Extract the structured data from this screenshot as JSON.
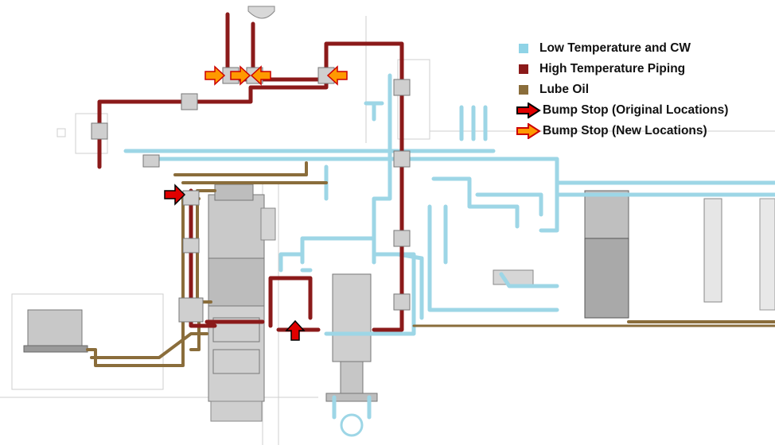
{
  "legend": {
    "items": [
      {
        "label": "Low Temperature and CW",
        "color": "#8fd3e6",
        "kind": "swatch"
      },
      {
        "label": "High Temperature Piping",
        "color": "#8b1a1a",
        "kind": "swatch"
      },
      {
        "label": "Lube Oil",
        "color": "#8a6d3b",
        "kind": "swatch"
      },
      {
        "label": "Bump Stop (Original Locations)",
        "color": "#000000",
        "kind": "arrow-original"
      },
      {
        "label": "Bump Stop (New Locations)",
        "color": "#ff9900",
        "kind": "arrow-new"
      }
    ]
  },
  "colors": {
    "low_temp": "#9dd6e6",
    "high_temp": "#8b1a1a",
    "lube_oil": "#8a6d3b",
    "equipment": "#b9b9b9",
    "arrow_original": "#e00000",
    "arrow_new": "#ff9900"
  }
}
